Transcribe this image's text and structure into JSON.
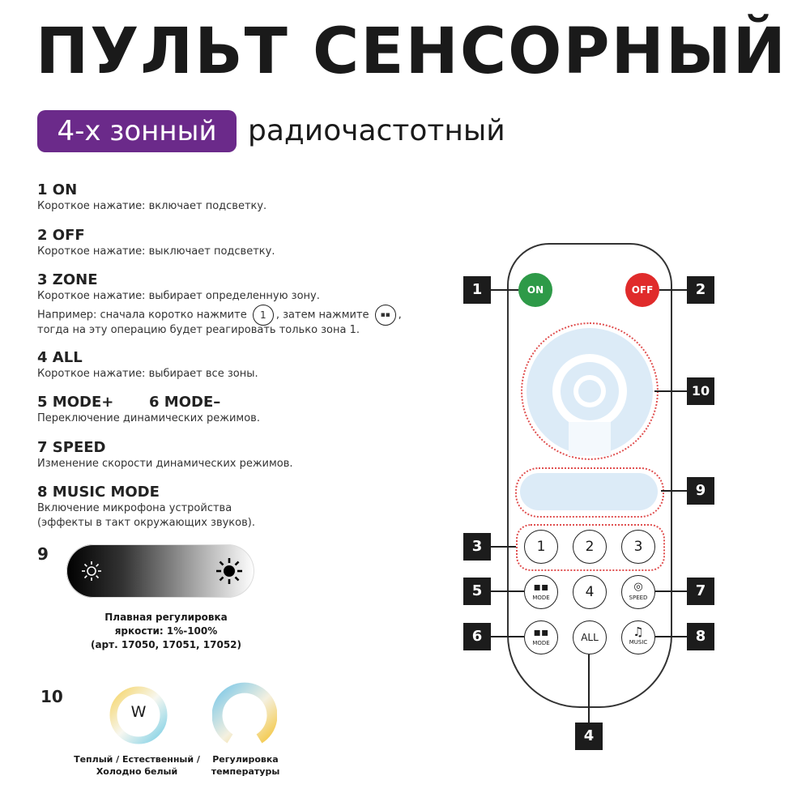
{
  "header": {
    "title": "ПУЛЬТ СЕНСОРНЫЙ",
    "badge": "4-х зонный",
    "subtitle": "радиочастотный"
  },
  "sections": {
    "on": {
      "heading": "1 ON",
      "desc": "Короткое нажатие: включает подсветку."
    },
    "off": {
      "heading": "2 OFF",
      "desc": "Короткое нажатие: выключает подсветку."
    },
    "zone": {
      "heading": "3 ZONE",
      "line1": "Короткое нажатие: выбирает определенную зону.",
      "line2_a": "Например: сначала коротко нажмите",
      "line2_b": ", затем нажмите",
      "line2_c": ",",
      "line3": "тогда на эту операцию  будет реагировать только зона 1."
    },
    "all": {
      "heading": "4 ALL",
      "desc": "Короткое нажатие: выбирает все зоны."
    },
    "mode": {
      "heading_plus": "5 MODE+",
      "heading_minus": "6 MODE–",
      "desc": "Переключение динамических режимов."
    },
    "speed": {
      "heading": "7 SPEED",
      "desc": "Изменение скорости динамических режимов."
    },
    "music": {
      "heading": "8 MUSIC MODE",
      "line1": "Включение микрофона устройства",
      "line2": "(эффекты в такт окружающих звуков)."
    }
  },
  "brightness": {
    "number": "9",
    "caption1": "Плавная регулировка",
    "caption2": "яркости: 1%-100%",
    "caption3": "(арт. 17050, 17051, 17052)"
  },
  "temperature": {
    "number": "10",
    "wheel_letter": "W",
    "caption_left1": "Теплый / Естественный /",
    "caption_left2": "Холодно белый",
    "caption_right1": "Регулировка",
    "caption_right2": "температуры"
  },
  "remote": {
    "on_label": "ON",
    "off_label": "OFF",
    "zone_1": "1",
    "zone_2": "2",
    "zone_3": "3",
    "zone_4": "4",
    "all_label": "ALL",
    "mode_label": "MODE",
    "speed_label": "SPEED",
    "music_label": "MUSIC",
    "callouts": [
      "1",
      "2",
      "3",
      "4",
      "5",
      "6",
      "7",
      "8",
      "9",
      "10"
    ]
  },
  "colors": {
    "accent": "#6b2a8a",
    "on": "#2e9a48",
    "off": "#e02b2b",
    "touch": "#dcebf7"
  },
  "icons": [
    "sun-small-icon",
    "sun-large-icon",
    "mode-icon",
    "speed-icon",
    "music-note-icon"
  ]
}
